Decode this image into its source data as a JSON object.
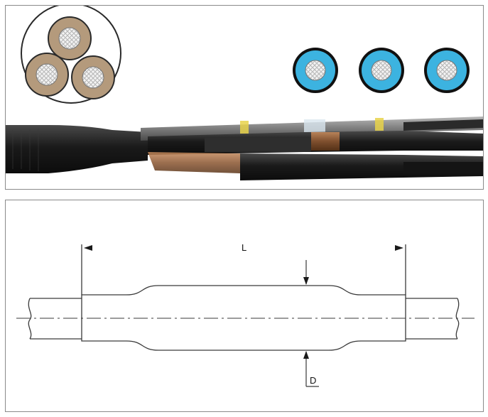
{
  "drawing": {
    "length_label": "L",
    "diameter_label": "D"
  },
  "colors": {
    "copper_jacket": "#b49a7c",
    "blue_jacket": "#3cb3e0",
    "conductor": "#f2f2f2",
    "cable_black": "#1e1e1e",
    "line": "#3a3a3a"
  },
  "photo": {
    "three_core_cable_icon": "copper-three-core-cross-section",
    "single_core_cables": [
      "blue-single-core-cross-section",
      "blue-single-core-cross-section",
      "blue-single-core-cross-section"
    ]
  }
}
